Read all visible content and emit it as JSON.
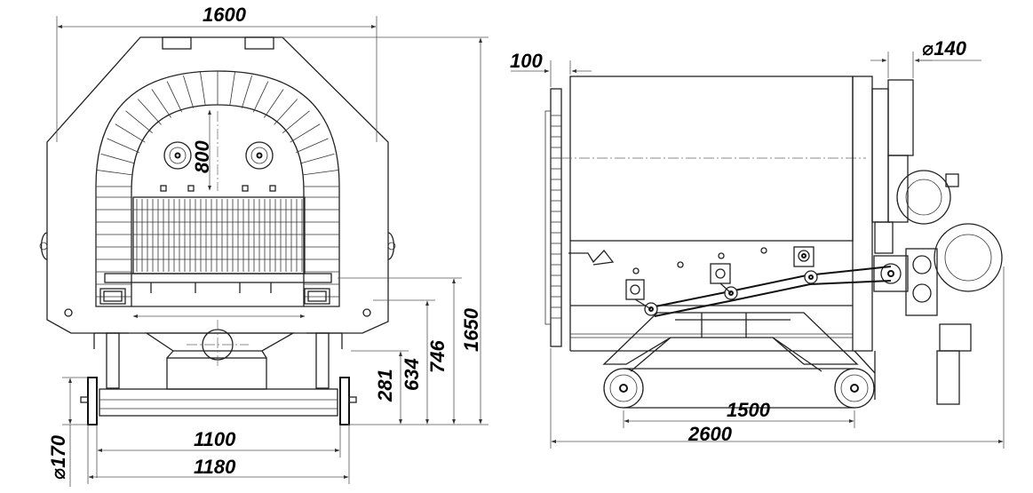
{
  "dimensions": {
    "front": {
      "overall_width": "1600",
      "height": "1650",
      "drum_diameter": "800",
      "axle_height": "281",
      "frame_height_a": "634",
      "frame_height_b": "746",
      "wheel_diameter": "⌀170",
      "track_inner": "1100",
      "track_outer": "1180"
    },
    "side": {
      "offset": "100",
      "pipe_diameter": "⌀140",
      "wheelbase": "1500",
      "overall_length": "2600"
    }
  }
}
